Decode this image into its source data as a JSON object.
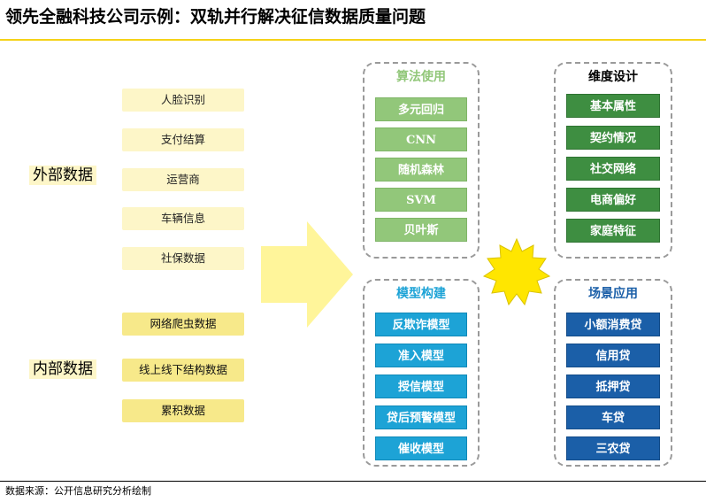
{
  "title": "领先全融科技公司示例：双轨并行解决征信数据质量问题",
  "source": "数据来源：公开信息研究分析绘制",
  "external": {
    "label": "外部数据",
    "items": [
      "人脸识别",
      "支付结算",
      "运营商",
      "车辆信息",
      "社保数据"
    ]
  },
  "internal": {
    "label": "内部数据",
    "items": [
      "网络爬虫数据",
      "线上线下结构数据",
      "累积数据"
    ]
  },
  "panels": {
    "algorithms": {
      "title": "算法使用",
      "title_color": "#92C77A",
      "items": [
        "多元回归",
        "CNN",
        "随机森林",
        "SVM",
        "贝叶斯"
      ],
      "item_color": "#92C77A"
    },
    "dimensions": {
      "title": "维度设计",
      "title_color": "#000000",
      "items": [
        "基本属性",
        "契约情况",
        "社交网络",
        "电商偏好",
        "家庭特征"
      ],
      "item_color": "#3E8E41"
    },
    "modeling": {
      "title": "模型构建",
      "title_color": "#1DA3D6",
      "items": [
        "反欺诈模型",
        "准入模型",
        "授信模型",
        "贷后预警模型",
        "催收模型"
      ],
      "item_color": "#1DA3D6"
    },
    "scenarios": {
      "title": "场景应用",
      "title_color": "#1B5FA8",
      "items": [
        "小额消费贷",
        "信用贷",
        "抵押贷",
        "车贷",
        "三农贷"
      ],
      "item_color": "#1B5FA8"
    }
  },
  "colors": {
    "accent_yellow": "#F5D218",
    "arrow_yellow": "#FFF59A",
    "sun_yellow": "#FFE600"
  }
}
